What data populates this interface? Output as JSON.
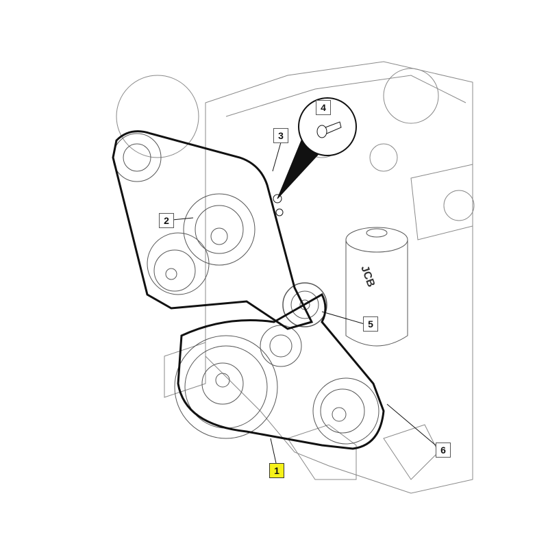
{
  "diagram": {
    "callouts": [
      {
        "label": "1",
        "highlighted": true
      },
      {
        "label": "2",
        "highlighted": false
      },
      {
        "label": "3",
        "highlighted": false
      },
      {
        "label": "4",
        "highlighted": false
      },
      {
        "label": "5",
        "highlighted": false
      },
      {
        "label": "6",
        "highlighted": false
      }
    ],
    "highlight_color": "#f6f21a",
    "line_color": "#222222",
    "logo_text": "JCB"
  }
}
